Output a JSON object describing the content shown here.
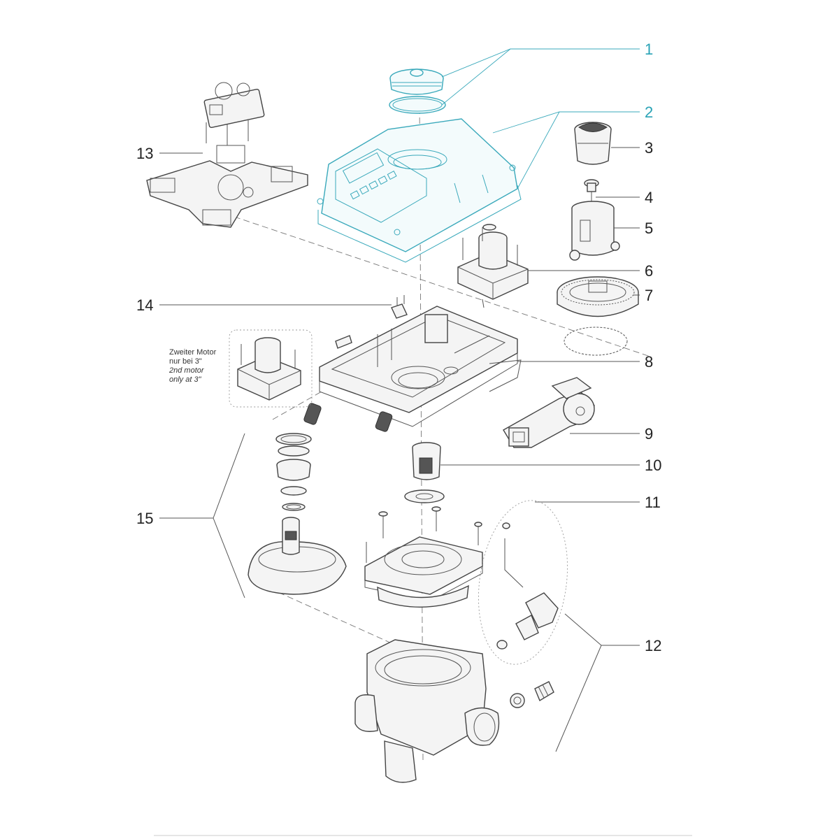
{
  "colors": {
    "highlight": "#2aa3b6",
    "line": "#444444",
    "label": "#222222"
  },
  "callouts": [
    {
      "id": "1",
      "text": "1",
      "highlight": true
    },
    {
      "id": "2",
      "text": "2",
      "highlight": true
    },
    {
      "id": "3",
      "text": "3",
      "highlight": false
    },
    {
      "id": "4",
      "text": "4",
      "highlight": false
    },
    {
      "id": "5",
      "text": "5",
      "highlight": false
    },
    {
      "id": "6",
      "text": "6",
      "highlight": false
    },
    {
      "id": "7",
      "text": "7",
      "highlight": false
    },
    {
      "id": "8",
      "text": "8",
      "highlight": false
    },
    {
      "id": "9",
      "text": "9",
      "highlight": false
    },
    {
      "id": "10",
      "text": "10",
      "highlight": false
    },
    {
      "id": "11",
      "text": "11",
      "highlight": false
    },
    {
      "id": "12",
      "text": "12",
      "highlight": false
    },
    {
      "id": "13",
      "text": "13",
      "highlight": false
    },
    {
      "id": "14",
      "text": "14",
      "highlight": false
    },
    {
      "id": "15",
      "text": "15",
      "highlight": false
    }
  ],
  "note": {
    "line1": "Zweiter Motor",
    "line2": "nur bei 3\"",
    "line3": "2nd motor",
    "line4": "only at 3\""
  }
}
